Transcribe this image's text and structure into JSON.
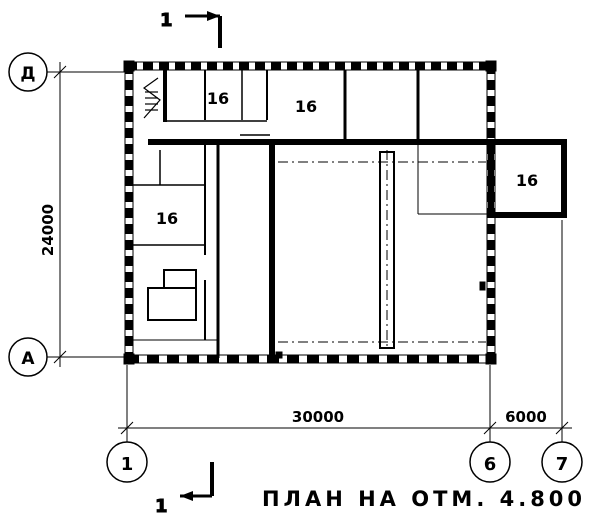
{
  "title": "ПЛАН НА ОТМ. 4.800",
  "section_marks": {
    "top": "1",
    "bottom": "1"
  },
  "axes": {
    "row_top": "Д",
    "row_bottom": "А",
    "col_left": "1",
    "col_mid": "6",
    "col_right": "7"
  },
  "dimensions": {
    "vertical": "24000",
    "horizontal_main": "30000",
    "horizontal_ext": "6000"
  },
  "rooms": {
    "room_top_a": "16",
    "room_top_b": "16",
    "room_left": "16",
    "room_ext": "16"
  }
}
